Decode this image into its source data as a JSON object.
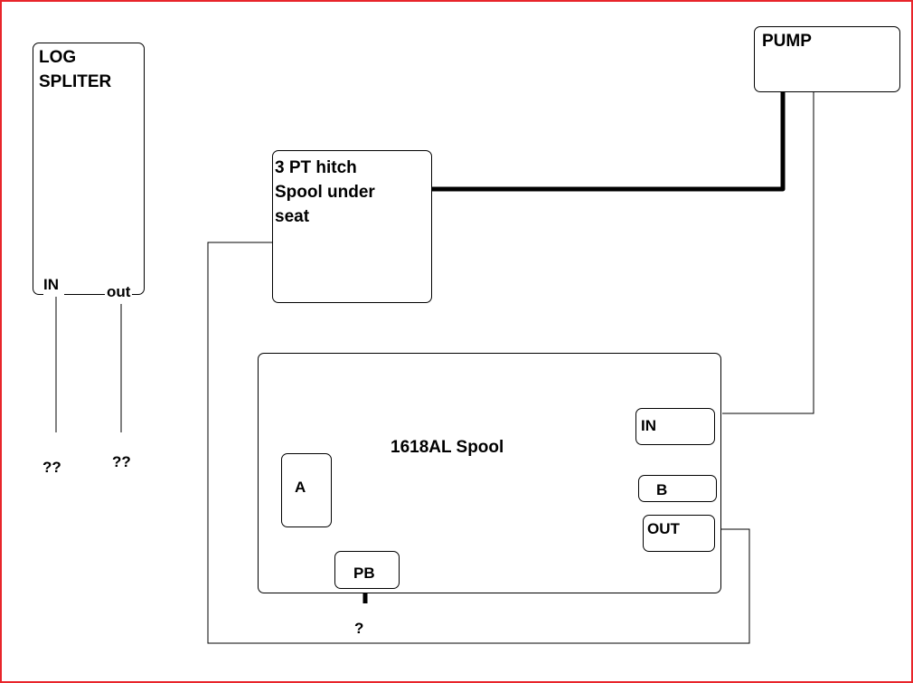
{
  "components": {
    "log_splitter": {
      "line1": "LOG",
      "line2": "SPLITER",
      "in_label": "IN",
      "out_label": "out"
    },
    "hitch_spool": {
      "line1": "3 PT hitch",
      "line2": "Spool under",
      "line3": "seat"
    },
    "pump": {
      "label": "PUMP"
    },
    "main_spool": {
      "title": "1618AL Spool",
      "port_in": "IN",
      "port_b": "B",
      "port_out": "OUT",
      "port_a": "A",
      "port_pb": "PB"
    }
  },
  "unknowns": {
    "splitter_in": "??",
    "splitter_out": "??",
    "pb": "?"
  },
  "colors": {
    "frame": "#e8252b",
    "line": "#000000"
  }
}
